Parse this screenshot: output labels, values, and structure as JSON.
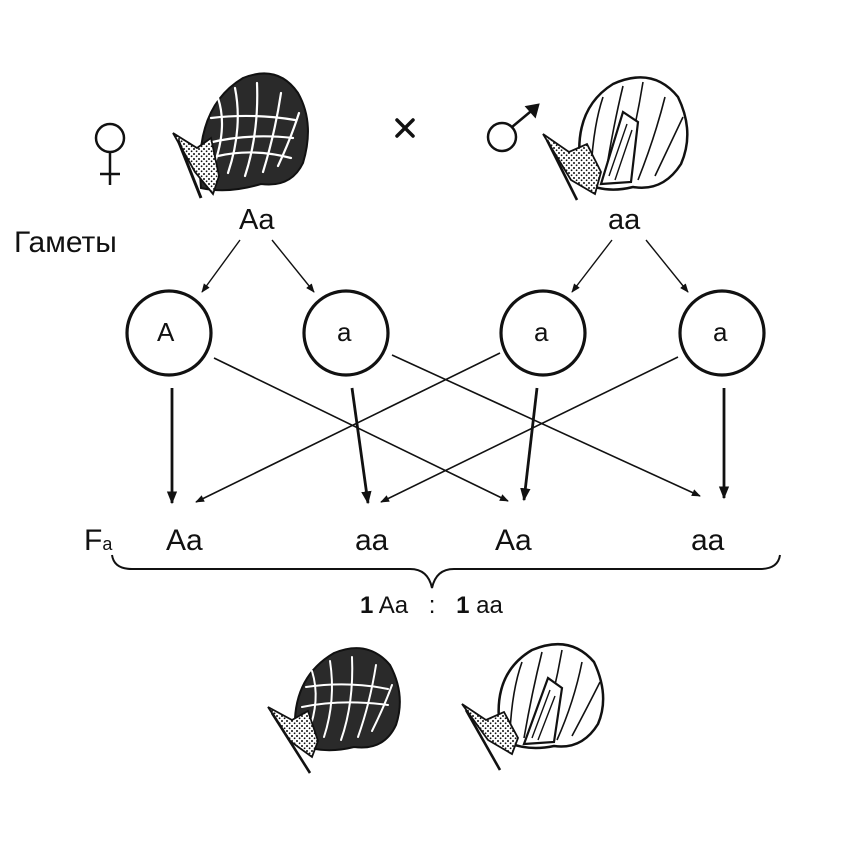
{
  "cross": {
    "female": {
      "symbol": "♀",
      "genotype": "Aa",
      "flower": "pigmented-flower"
    },
    "male": {
      "symbol": "♂",
      "genotype": "aa",
      "flower": "white-flower"
    },
    "cross_sign": "×"
  },
  "gametes_title": "Гаметы",
  "gametes": [
    "A",
    "a",
    "a",
    "a"
  ],
  "fa": {
    "label_main": "F",
    "label_sub": "a",
    "offspring": [
      "Aa",
      "aa",
      "Aa",
      "aa"
    ]
  },
  "ratio": {
    "left_num": "1",
    "left_geno": "Aa",
    "separator": ":",
    "right_num": "1",
    "right_geno": "aa"
  },
  "colors": {
    "ink": "#111111",
    "background": "#ffffff"
  }
}
